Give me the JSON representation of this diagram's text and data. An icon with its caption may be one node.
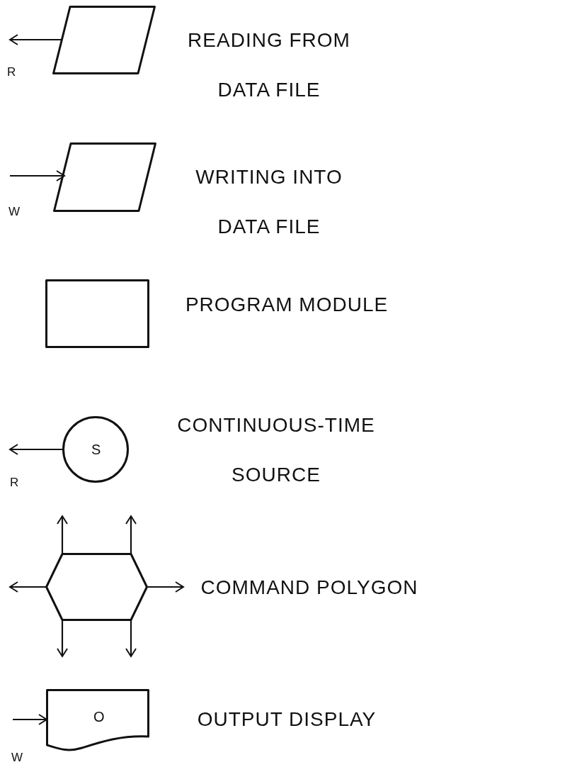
{
  "diagram": {
    "nodes": [
      {
        "text": [],
        "shape": "parallelogram",
        "beside": [
          "READING FROM DATA FILE"
        ]
      },
      {
        "text": [],
        "shape": "parallelogram",
        "beside": [
          "WRITING INTO DATA FILE"
        ]
      },
      {
        "text": [],
        "shape": "box",
        "beside": [
          "PROGRAM MODULE"
        ]
      },
      {
        "text": [
          "S"
        ],
        "beside": [
          "CONTINUOUS-TIME SOURCE"
        ]
      },
      {
        "text": [],
        "shape": "hexagon",
        "beside": [
          "COMMAND POLYGON"
        ]
      },
      {
        "text": [
          "O"
        ],
        "beside": [
          "OUTPUT DISPLAY"
        ]
      }
    ],
    "edges": [
      {
        "from": 0,
        "to": null,
        "arrow": "to",
        "label": "R"
      },
      {
        "from": null,
        "to": 1,
        "arrow": "to",
        "label": "W"
      },
      {
        "from": 3,
        "to": null,
        "arrow": "to",
        "label": "R"
      },
      {
        "from": 4,
        "to": null,
        "arrow": "to"
      },
      {
        "from": 4,
        "to": null,
        "arrow": "to"
      },
      {
        "from": 4,
        "to": null,
        "arrow": "to"
      },
      {
        "from": 4,
        "to": null,
        "arrow": "to"
      },
      {
        "from": 4,
        "to": null,
        "arrow": "to"
      },
      {
        "from": 4,
        "to": null,
        "arrow": "to"
      },
      {
        "from": null,
        "to": 5,
        "arrow": "to",
        "label": "W"
      }
    ]
  }
}
